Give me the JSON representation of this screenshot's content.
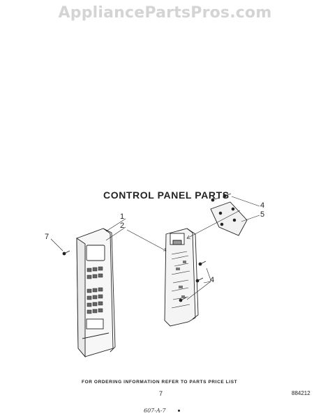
{
  "watermark": "AppliancePartsPros.com",
  "title": "CONTROL PANEL PARTS",
  "callouts": {
    "c1": "1",
    "c2": "2",
    "c4a": "4",
    "c5": "5",
    "c4b": "4",
    "c7": "7"
  },
  "footer": {
    "ordering_info": "FOR ORDERING INFORMATION REFER TO PARTS PRICE LIST",
    "page_number": "7",
    "diagram_code": "884212",
    "handwritten_note": "607-A-7"
  }
}
